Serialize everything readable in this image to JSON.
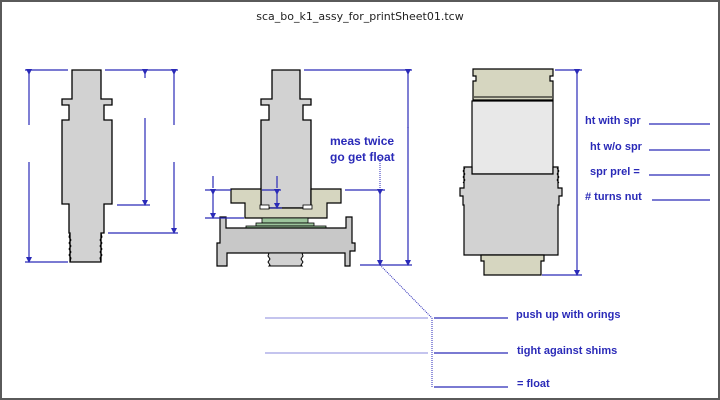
{
  "document": {
    "title": "sca_bo_k1_assy_for_printSheet01.tcw"
  },
  "annotations": {
    "meas_note_line1": "meas twice",
    "meas_note_line2": "go get float",
    "spring_fields": [
      {
        "label": "ht with spr",
        "value": ""
      },
      {
        "label": "ht w/o spr",
        "value": ""
      },
      {
        "label": "spr prel =",
        "value": ""
      },
      {
        "label": "# turns nut",
        "value": ""
      }
    ],
    "float_fields": [
      {
        "label": "push up with orings",
        "value": ""
      },
      {
        "label": "tight against shims",
        "value": ""
      },
      {
        "label": "= float",
        "value": ""
      }
    ]
  },
  "colors": {
    "dimension": "#2a2ab8",
    "part_gray": "#d2d2d2",
    "part_tan": "#d6d6c0",
    "part_green": "#9cc59c",
    "light_fill": "#e8e8e8",
    "frame": "#5a5a5a"
  }
}
